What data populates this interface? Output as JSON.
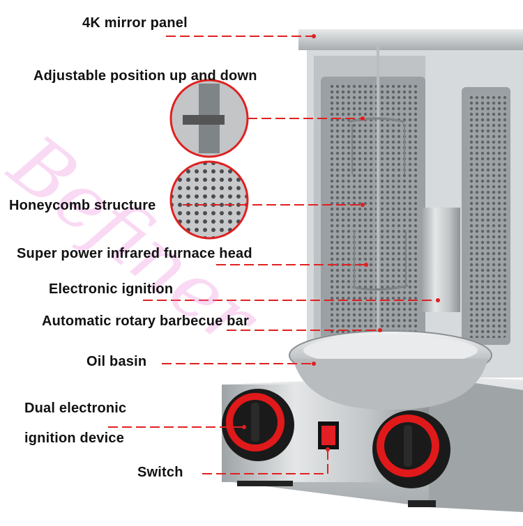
{
  "labels": {
    "mirror_panel": "4K mirror panel",
    "adjustable_position": "Adjustable position up and down",
    "honeycomb": "Honeycomb structure",
    "furnace_head": "Super power infrared furnace head",
    "electronic_ignition": "Electronic ignition",
    "rotary_bar": "Automatic rotary barbecue bar",
    "oil_basin": "Oil basin",
    "dual_ignition_line1": "Dual electronic",
    "dual_ignition_line2": "ignition device",
    "switch": "Switch"
  },
  "watermark": "Befiner",
  "colors": {
    "callout_red": "#e02020",
    "steel": "#c9ccce",
    "knob_red": "#e0191b",
    "knob_black": "#1a1a1a",
    "watermark_pink": "#eb82d7"
  }
}
